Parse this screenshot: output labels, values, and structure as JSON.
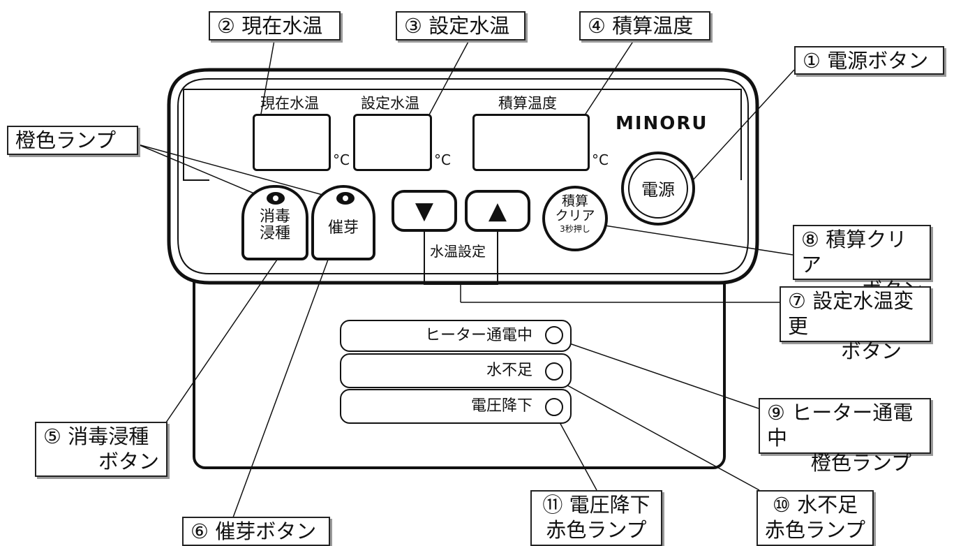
{
  "panel": {
    "display_labels": {
      "current_temp": "現在水温",
      "set_temp": "設定水温",
      "accum_temp": "積算温度"
    },
    "unit": "°C",
    "brand": "MiNORU",
    "power_button": "電源",
    "accum_clear_button": {
      "line1": "積算",
      "line2": "クリア",
      "line3": "3秒押し"
    },
    "disinfect_button": {
      "line1": "消毒",
      "line2": "浸種"
    },
    "germination_button": "催芽",
    "down_arrow": "▼",
    "up_arrow": "▲",
    "temp_setting_label": "水温設定",
    "status_lamps": [
      "ヒーター通電中",
      "水不足",
      "電圧降下"
    ]
  },
  "callouts": {
    "c1": "① 電源ボタン",
    "c2": "② 現在水温",
    "c3": "③ 設定水温",
    "c4": "④ 積算温度",
    "c5": {
      "line1": "⑤ 消毒浸種",
      "line2": "ボタン"
    },
    "c6": "⑥ 催芽ボタン",
    "c7": {
      "line1": "⑦ 設定水温変更",
      "line2": "ボタン"
    },
    "c8": {
      "line1": "⑧ 積算クリア",
      "line2": "ボタン"
    },
    "c9": {
      "line1": "⑨ ヒーター通電中",
      "line2": "橙色ランプ"
    },
    "c10": {
      "line1": "⑩ 水不足",
      "line2": "赤色ランプ"
    },
    "c11": {
      "line1": "⑪ 電圧降下",
      "line2": "赤色ランプ"
    },
    "orange_lamp": "橙色ランプ"
  }
}
